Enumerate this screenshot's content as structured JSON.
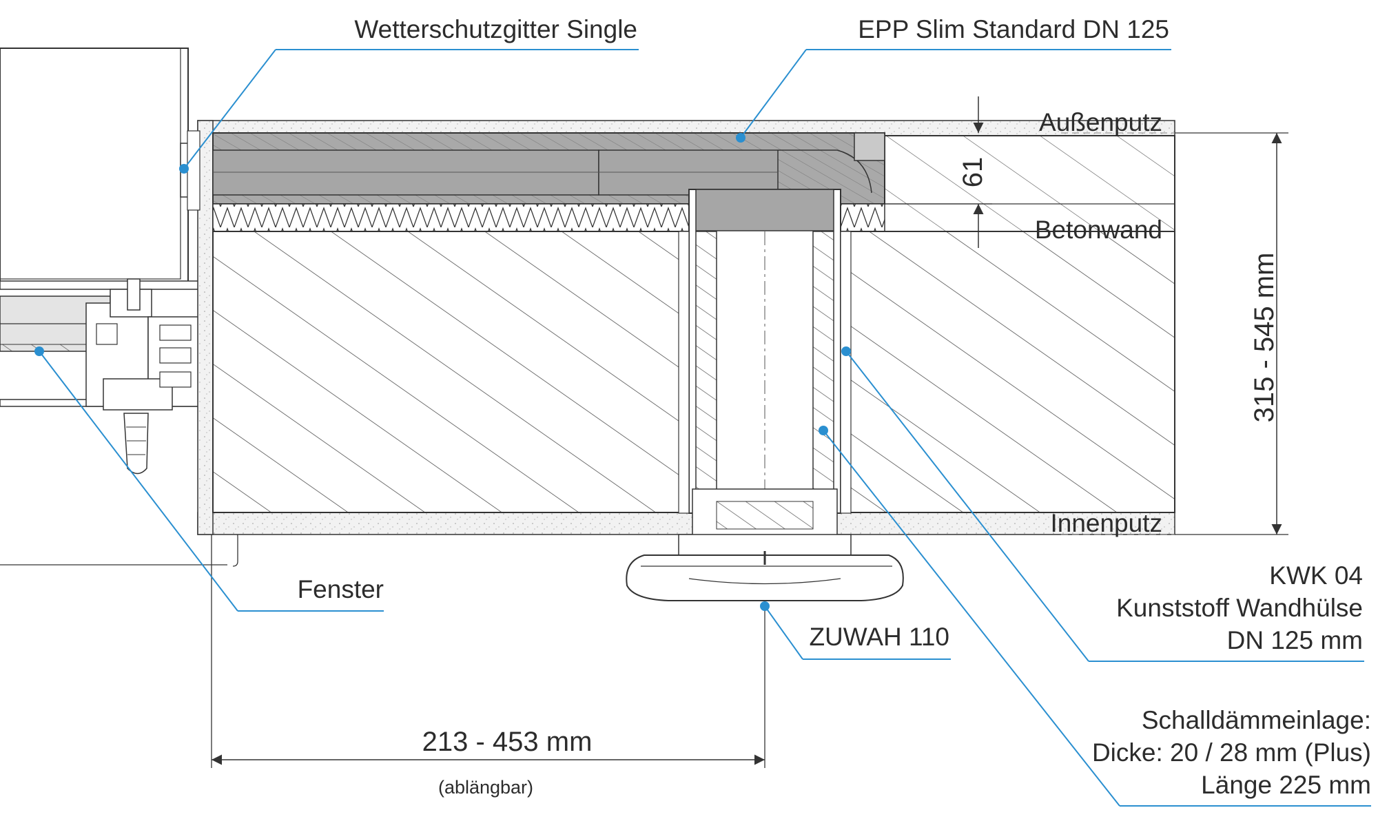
{
  "labels": {
    "weather_grille": "Wetterschutzgitter Single",
    "epp_duct": "EPP Slim Standard DN 125",
    "outer_plaster": "Außenputz",
    "concrete_wall": "Betonwand",
    "inner_plaster": "Innenputz",
    "window": "Fenster",
    "zuwah": "ZUWAH 110",
    "kwk_line1": "KWK 04",
    "kwk_line2": "Kunststoff Wandhülse",
    "kwk_line3": "DN 125 mm",
    "sound_line1": "Schalldämmeinlage:",
    "sound_line2": "Dicke: 20 / 28 mm (Plus)",
    "sound_line3": "Länge 225 mm"
  },
  "dimensions": {
    "wall_thickness": "315 - 545 mm",
    "duct_depth": "61",
    "length": "213 - 453 mm",
    "length_note": "(ablängbar)"
  },
  "colors": {
    "leader": "#2a8fd0",
    "duct_fill": "#a8a8a8",
    "plaster_fill": "#efefef",
    "line": "#333333"
  }
}
